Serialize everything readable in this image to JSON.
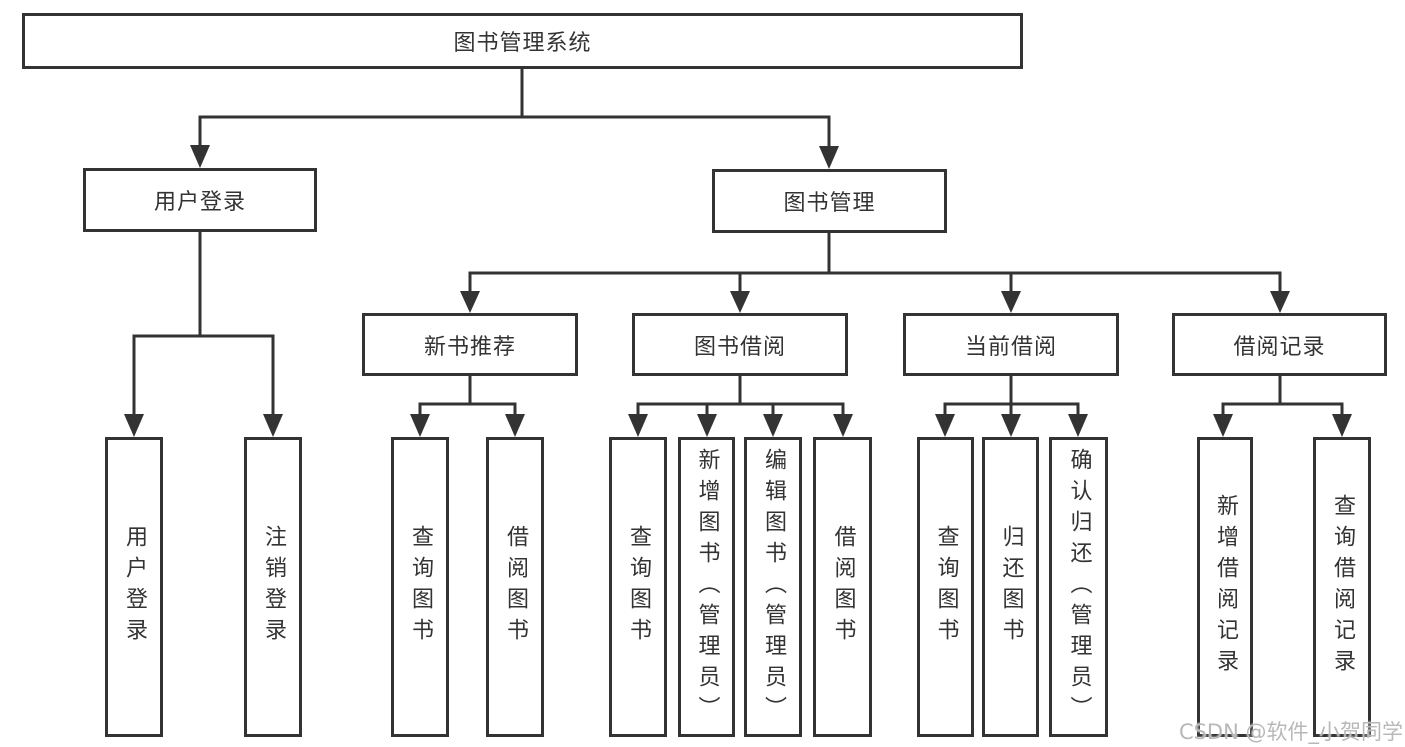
{
  "diagram": {
    "tree": {
      "label": "图书管理系统",
      "children": [
        {
          "label": "用户登录",
          "children": [
            {
              "label": "用户登录"
            },
            {
              "label": "注销登录"
            }
          ]
        },
        {
          "label": "图书管理",
          "children": [
            {
              "label": "新书推荐",
              "children": [
                {
                  "label": "查询图书"
                },
                {
                  "label": "借阅图书"
                }
              ]
            },
            {
              "label": "图书借阅",
              "children": [
                {
                  "label": "查询图书"
                },
                {
                  "label": "新增图书（管理员）"
                },
                {
                  "label": "编辑图书（管理员）"
                },
                {
                  "label": "借阅图书"
                }
              ]
            },
            {
              "label": "当前借阅",
              "children": [
                {
                  "label": "查询图书"
                },
                {
                  "label": "归还图书"
                },
                {
                  "label": "确认归还（管理员）"
                }
              ]
            },
            {
              "label": "借阅记录",
              "children": [
                {
                  "label": "新增借阅记录"
                },
                {
                  "label": "查询借阅记录"
                }
              ]
            }
          ]
        }
      ]
    },
    "watermark": "CSDN @软件_小贺同学",
    "colors": {
      "line": "#333333",
      "text": "#333333",
      "background": "#ffffff",
      "watermark": "#b8b8b8"
    }
  }
}
